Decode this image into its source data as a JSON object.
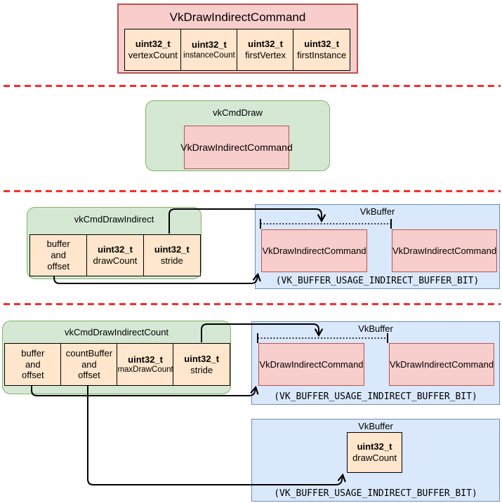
{
  "colors": {
    "pink_fill": "#f8cecc",
    "pink_stroke": "#b85450",
    "green_fill": "#d5e8d4",
    "green_stroke": "#82b366",
    "blue_fill": "#dae8fc",
    "blue_stroke": "#6c8ebf",
    "orange_fill": "#ffe6cc",
    "cell_stroke": "#000000",
    "divider": "#ff2a2a",
    "connector": "#000000",
    "text": "#000000"
  },
  "struct": {
    "title": "VkDrawIndirectCommand",
    "fields": [
      {
        "type": "uint32_t",
        "name": "vertexCount"
      },
      {
        "type": "uint32_t",
        "name": "instanceCount"
      },
      {
        "type": "uint32_t",
        "name": "firstVertex"
      },
      {
        "type": "uint32_t",
        "name": "firstInstance"
      }
    ]
  },
  "cmd_draw": {
    "title": "vkCmdDraw",
    "inner": "VkDrawIndirectCommand"
  },
  "cmd_draw_indirect": {
    "title": "vkCmdDrawIndirect",
    "params": {
      "buffer": {
        "l1": "buffer",
        "l2": "and",
        "l3": "offset"
      },
      "draw_count": {
        "type": "uint32_t",
        "name": "drawCount"
      },
      "stride": {
        "type": "uint32_t",
        "name": "stride"
      }
    }
  },
  "cmd_draw_indirect_count": {
    "title": "vkCmdDrawIndirectCount",
    "params": {
      "buffer": {
        "l1": "buffer",
        "l2": "and",
        "l3": "offset"
      },
      "count_buffer": {
        "l1": "countBuffer",
        "l2": "and",
        "l3": "offset"
      },
      "max_draw_count": {
        "type": "uint32_t",
        "name": "maxDrawCount"
      },
      "stride": {
        "type": "uint32_t",
        "name": "stride"
      }
    }
  },
  "buffer_indirect": {
    "title": "VkBuffer",
    "command_a": "VkDrawIndirectCommand",
    "command_b": "VkDrawIndirectCommand",
    "usage": "(VK_BUFFER_USAGE_INDIRECT_BUFFER_BIT)"
  },
  "buffer_indirect_count": {
    "title": "VkBuffer",
    "command_a": "VkDrawIndirectCommand",
    "command_b": "VkDrawIndirectCommand",
    "usage": "(VK_BUFFER_USAGE_INDIRECT_BUFFER_BIT)"
  },
  "buffer_count": {
    "title": "VkBuffer",
    "field": {
      "type": "uint32_t",
      "name": "drawCount"
    },
    "usage": "(VK_BUFFER_USAGE_INDIRECT_BUFFER_BIT)"
  }
}
